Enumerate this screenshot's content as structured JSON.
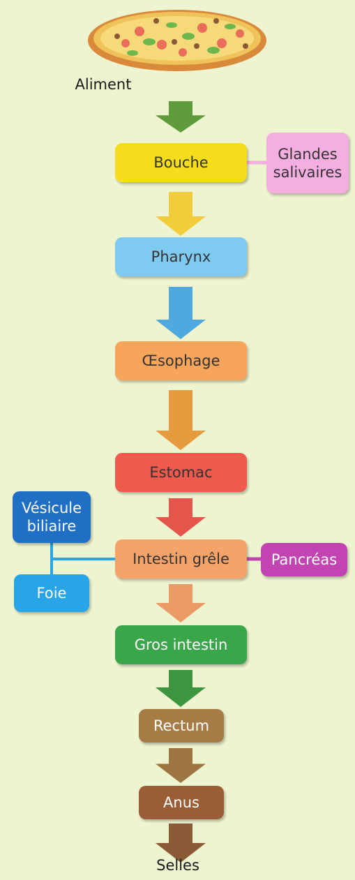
{
  "input_label": "Aliment",
  "output_label": "Selles",
  "organs": [
    {
      "id": "bouche",
      "label": "Bouche",
      "color": "#f6dd1b",
      "text_color": "#333333"
    },
    {
      "id": "pharynx",
      "label": "Pharynx",
      "color": "#7fcaf0",
      "text_color": "#333333"
    },
    {
      "id": "oesophage",
      "label": "Œsophage",
      "color": "#f7a55a",
      "text_color": "#333333"
    },
    {
      "id": "estomac",
      "label": "Estomac",
      "color": "#ef5a4c",
      "text_color": "#333333"
    },
    {
      "id": "intestin-grele",
      "label": "Intestin grêle",
      "color": "#f6a36a",
      "text_color": "#333333"
    },
    {
      "id": "gros-intestin",
      "label": "Gros intestin",
      "color": "#3aa64a",
      "text_color": "#ffffff"
    },
    {
      "id": "rectum",
      "label": "Rectum",
      "color": "#a87d45",
      "text_color": "#ffffff"
    },
    {
      "id": "anus",
      "label": "Anus",
      "color": "#9a5e36",
      "text_color": "#ffffff"
    }
  ],
  "glands": {
    "salivaires": {
      "label_line1": "Glandes",
      "label_line2": "salivaires",
      "color": "#f4aee0",
      "text_color": "#333333"
    },
    "vesicule": {
      "label_line1": "Vésicule",
      "label_line2": "biliaire",
      "color": "#1f6fc4",
      "text_color": "#ffffff"
    },
    "foie": {
      "label": "Foie",
      "color": "#27a5e6",
      "text_color": "#ffffff"
    },
    "pancreas": {
      "label": "Pancréas",
      "color": "#c244b3",
      "text_color": "#ffffff"
    }
  },
  "arrow_colors": [
    "#5e9b3a",
    "#f1cd3b",
    "#4fa9df",
    "#e79b3f",
    "#e4554c",
    "#ea9a64",
    "#3e9540",
    "#9c7540",
    "#8a5a36"
  ],
  "connector_colors": {
    "salivaires": "#f4aee0",
    "liver_group": "#27a5e6",
    "pancreas": "#c244b3"
  }
}
